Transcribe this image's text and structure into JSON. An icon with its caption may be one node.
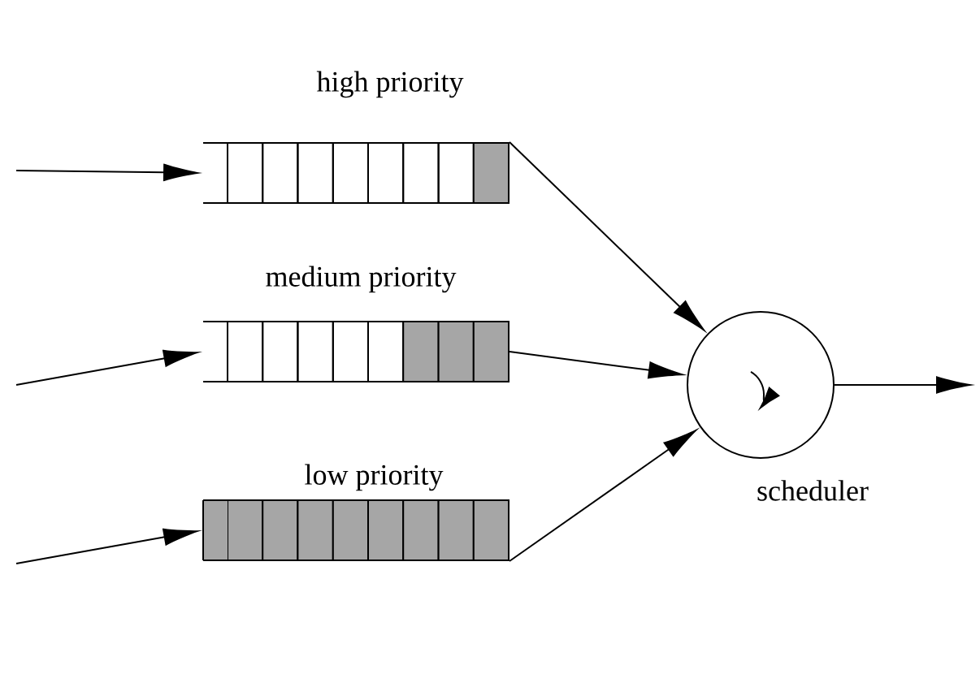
{
  "diagram": {
    "nodes": [
      {
        "text": [
          "high priority"
        ]
      },
      {
        "text": [
          "medium priority"
        ]
      },
      {
        "text": [
          "low priority"
        ]
      },
      {
        "text": [],
        "shape": "circle",
        "beside": [
          "scheduler"
        ]
      }
    ],
    "edges": [
      {
        "from": null,
        "to": 0,
        "arrow": "to"
      },
      {
        "from": null,
        "to": 1,
        "arrow": "to"
      },
      {
        "from": null,
        "to": 2,
        "arrow": "to"
      },
      {
        "from": 0,
        "to": 3,
        "arrow": "to"
      },
      {
        "from": 1,
        "to": 3,
        "arrow": "to"
      },
      {
        "from": 2,
        "to": 3,
        "arrow": "to"
      },
      {
        "from": 3,
        "to": null,
        "arrow": "to"
      }
    ]
  }
}
